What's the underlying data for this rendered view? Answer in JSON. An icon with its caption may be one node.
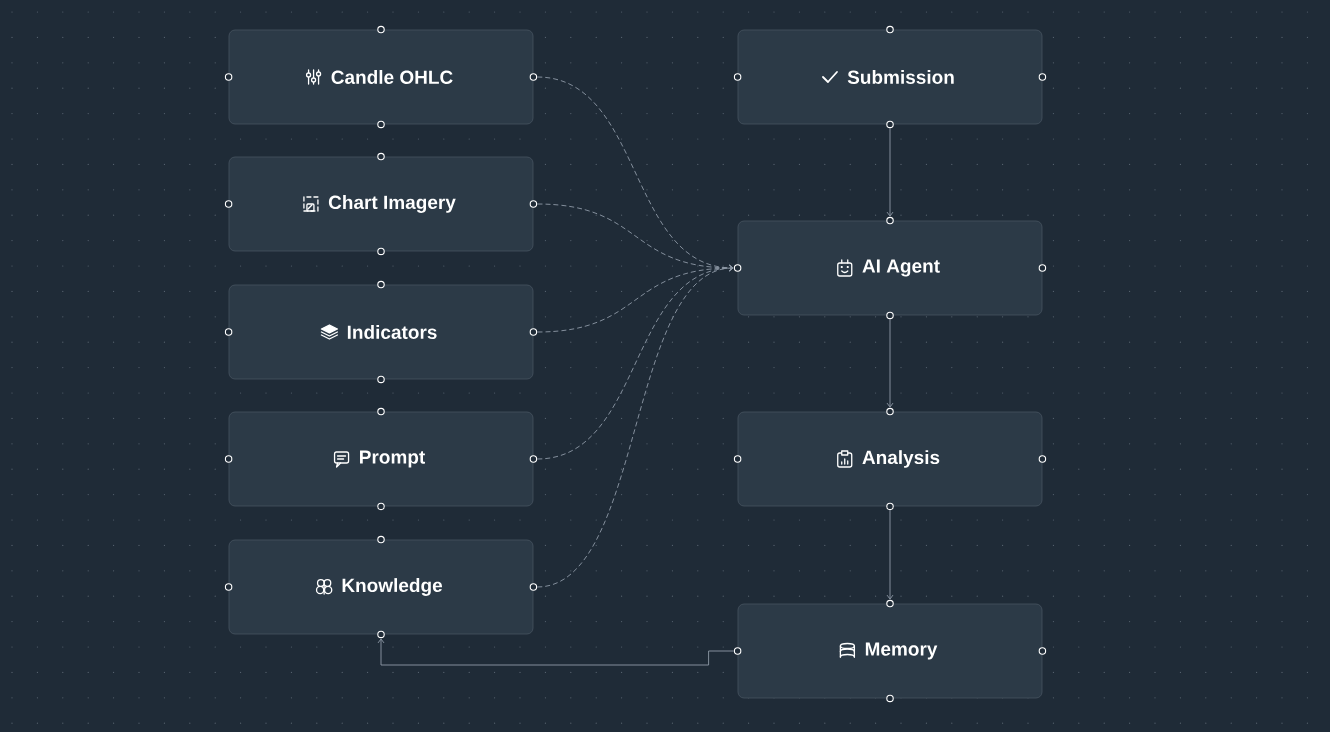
{
  "diagram": {
    "nodes": [
      {
        "text": [
          "Candle OHLC"
        ]
      },
      {
        "text": [
          "Chart Imagery"
        ]
      },
      {
        "text": [
          "Indicators"
        ]
      },
      {
        "text": [
          "Prompt"
        ]
      },
      {
        "text": [
          "Knowledge"
        ]
      },
      {
        "text": [
          "Submission"
        ]
      },
      {
        "text": [
          "AI Agent"
        ]
      },
      {
        "text": [
          "Analysis"
        ]
      },
      {
        "text": [
          "Memory"
        ]
      }
    ],
    "edges": [
      {
        "from": 0,
        "to": 6,
        "arrow": "to",
        "style": "dashed"
      },
      {
        "from": 1,
        "to": 6,
        "arrow": "to",
        "style": "dashed"
      },
      {
        "from": 2,
        "to": 6,
        "arrow": "to",
        "style": "dashed"
      },
      {
        "from": 3,
        "to": 6,
        "arrow": "to",
        "style": "dashed"
      },
      {
        "from": 4,
        "to": 6,
        "arrow": "to",
        "style": "dashed"
      },
      {
        "from": 5,
        "to": 6,
        "arrow": "to"
      },
      {
        "from": 6,
        "to": 7,
        "arrow": "to"
      },
      {
        "from": 7,
        "to": 8,
        "arrow": "to"
      },
      {
        "from": 8,
        "to": 4,
        "arrow": "to"
      }
    ]
  }
}
